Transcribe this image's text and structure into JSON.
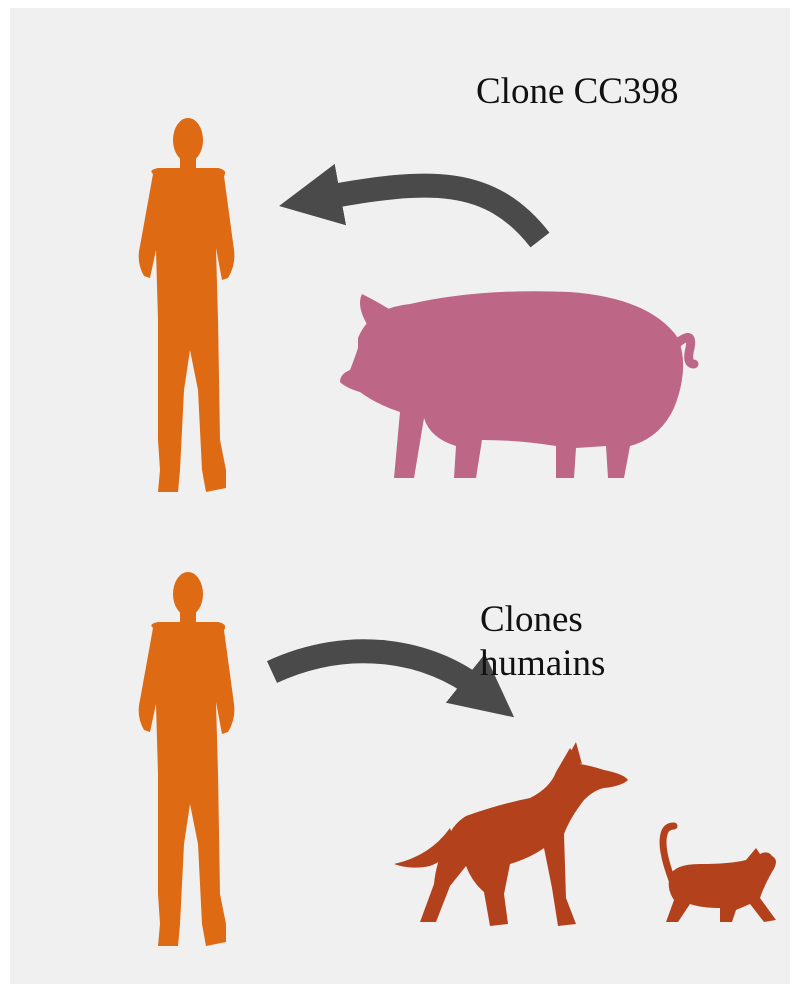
{
  "labels": {
    "top_transmission": "Clone CC398",
    "bottom_transmission_line1": "Clones",
    "bottom_transmission_line2": "humains"
  },
  "figures": {
    "top": {
      "source": "pig-icon",
      "target": "human-icon",
      "direction": "pig-to-human"
    },
    "bottom": {
      "source": "human-icon",
      "targets": [
        "dog-icon",
        "cat-icon"
      ],
      "direction": "human-to-pets"
    }
  },
  "colors": {
    "background": "#f0f0f0",
    "human": "#de6a13",
    "pig": "#bd6686",
    "pets": "#b3421c",
    "arrow": "#4a4a4a"
  }
}
